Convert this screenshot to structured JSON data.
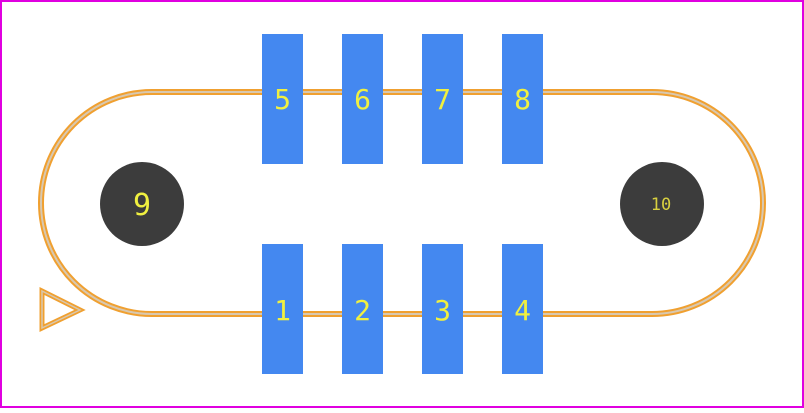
{
  "footprint": {
    "pads": [
      {
        "label": "1",
        "type": "smd"
      },
      {
        "label": "2",
        "type": "smd"
      },
      {
        "label": "3",
        "type": "smd"
      },
      {
        "label": "4",
        "type": "smd"
      },
      {
        "label": "5",
        "type": "smd"
      },
      {
        "label": "6",
        "type": "smd"
      },
      {
        "label": "7",
        "type": "smd"
      },
      {
        "label": "8",
        "type": "smd"
      }
    ],
    "holes": [
      {
        "label": "9"
      },
      {
        "label": "10"
      }
    ]
  },
  "colors": {
    "board_outline": "#e000e0",
    "silkscreen": "#f0a030",
    "silkscreen_inner": "#d8c8b0",
    "pad": "#4488f0",
    "hole": "#3c3c3c",
    "label": "#f0f040",
    "background": "#ffffff"
  },
  "icons": {
    "pin1_marker": "triangle-outline"
  }
}
